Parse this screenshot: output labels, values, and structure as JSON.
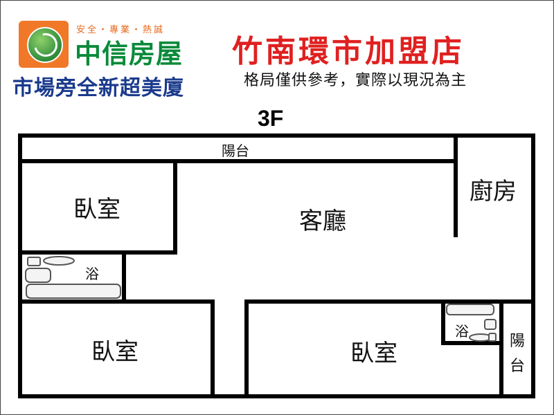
{
  "header": {
    "tagline": "安全・專業・熱誠",
    "brand": "中信房屋",
    "slogan": "市場旁全新超美廈",
    "store_name": "竹南環市加盟店",
    "note": "格局僅供參考，實際以現況為主"
  },
  "plan": {
    "floor": "3F",
    "rooms": {
      "balcony_top": "陽台",
      "kitchen": "廚房",
      "living_room": "客廳",
      "bedroom_top_left": "臥室",
      "bath_left": "浴",
      "bedroom_bottom_left": "臥室",
      "bedroom_bottom_right": "臥室",
      "bath_right": "浴",
      "balcony_right": "陽台"
    }
  },
  "colors": {
    "brand_orange": "#f07828",
    "brand_green": "#0a8a3a",
    "slogan_blue": "#1a3a8c",
    "store_red": "#e02020"
  }
}
